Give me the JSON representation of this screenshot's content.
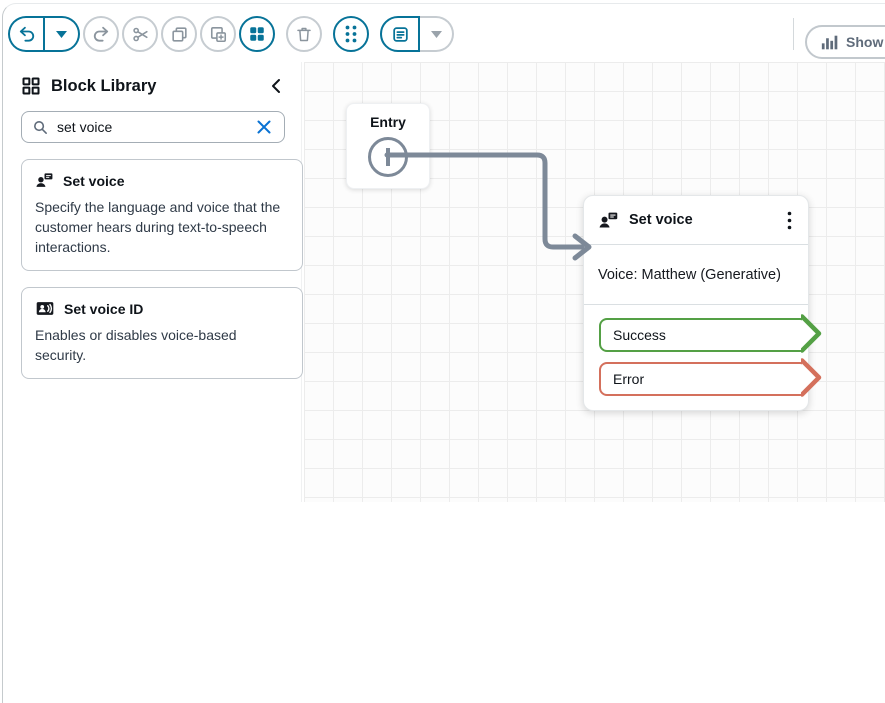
{
  "colors": {
    "teal": "#077398",
    "slate": "#7d8998",
    "success": "#54a045",
    "error": "#d4705c"
  },
  "toolbar": {
    "buttons": [
      {
        "icon": "undo-icon",
        "active": true
      },
      {
        "icon": "undo-dropdown-icon",
        "active": true
      },
      {
        "icon": "redo-icon",
        "active": false
      },
      {
        "icon": "cut-icon",
        "active": false
      },
      {
        "icon": "copy-icon",
        "active": false
      },
      {
        "icon": "paste-icon",
        "active": false
      },
      {
        "icon": "blocks-icon",
        "active": true
      },
      {
        "icon": "delete-icon",
        "active": false
      },
      {
        "icon": "drag-dots-icon",
        "active": true
      },
      {
        "icon": "notes-icon",
        "active": true
      },
      {
        "icon": "notes-dropdown-icon",
        "active": false
      }
    ],
    "show_metrics": {
      "label": "Show M",
      "icon": "bar-chart-icon"
    }
  },
  "sidebar": {
    "title": "Block Library",
    "collapse_icon": "chevron-left-icon",
    "search": {
      "value": "set voice",
      "icon": "search-icon",
      "clear_icon": "clear-x-icon"
    },
    "blocks": [
      {
        "icon": "voice-block-icon",
        "title": "Set voice",
        "description": "Specify the language and voice that the customer hears during text-to-speech interactions."
      },
      {
        "icon": "voice-id-block-icon",
        "title": "Set voice ID",
        "description": "Enables or disables voice-based security."
      }
    ]
  },
  "canvas": {
    "entry": {
      "label": "Entry"
    },
    "node": {
      "icon": "voice-block-icon",
      "title": "Set voice",
      "menu_icon": "kebab-menu-icon",
      "body_text": "Voice: Matthew (Generative)",
      "ports": [
        {
          "label": "Success",
          "color": "#54a045"
        },
        {
          "label": "Error",
          "color": "#d4705c"
        }
      ]
    }
  }
}
